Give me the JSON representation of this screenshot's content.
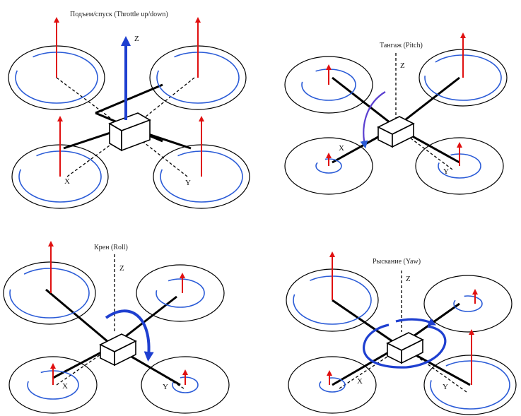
{
  "colors": {
    "thrust": "#e01010",
    "rotation": "#2a5bd7",
    "blue_vertical": "#1e3fd0",
    "body": "#000000"
  },
  "panels": [
    {
      "id": "throttle",
      "title": "Подъем/спуск (Throttle up/down)",
      "axis_z": "Z",
      "axis_x": "X",
      "axis_y": "Y",
      "thrust_levels": [
        1,
        1,
        1,
        1
      ],
      "rotations": [
        "ccw",
        "cw",
        "cw",
        "ccw"
      ]
    },
    {
      "id": "pitch",
      "title": "Тангаж (Pitch)",
      "axis_z": "Z",
      "axis_x": "X",
      "axis_y": "Y",
      "thrust_levels": [
        0.5,
        1,
        0.3,
        0.5
      ],
      "rotations": [
        "cw",
        "ccw",
        "cw",
        "cw"
      ]
    },
    {
      "id": "roll",
      "title": "Крен (Roll)",
      "axis_z": "Z",
      "axis_x": "X",
      "axis_y": "Y",
      "thrust_levels": [
        1,
        0.5,
        0.5,
        0.3
      ],
      "rotations": [
        "ccw",
        "cw",
        "cw",
        "cw"
      ]
    },
    {
      "id": "yaw",
      "title": "Рыскание (Yaw)",
      "axis_z": "Z",
      "axis_x": "X",
      "axis_y": "Y",
      "thrust_levels": [
        1,
        0.3,
        0.3,
        1
      ],
      "rotations": [
        "ccw",
        "cw",
        "cw",
        "ccw"
      ]
    }
  ]
}
